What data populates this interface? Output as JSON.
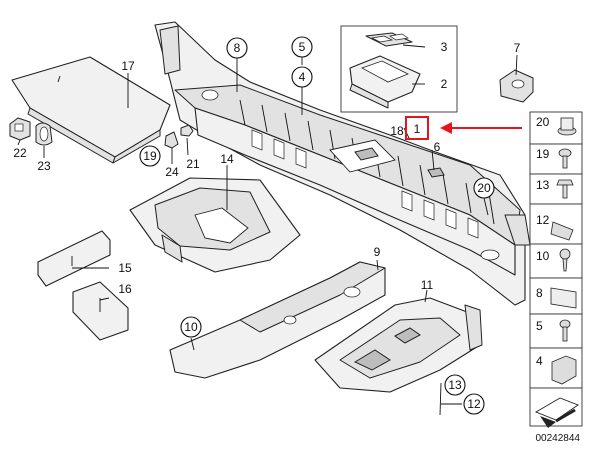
{
  "callouts": {
    "c1": "1",
    "c2": "2",
    "c3": "3",
    "c4": "4",
    "c5": "5",
    "c6": "6",
    "c7": "7",
    "c8": "8",
    "c9": "9",
    "c10": "10",
    "c11": "11",
    "c12": "12",
    "c13": "13",
    "c14": "14",
    "c15": "15",
    "c16": "16",
    "c17": "17",
    "c18": "18",
    "c19": "19",
    "c20": "20",
    "c21": "21",
    "c22": "22",
    "c23": "23",
    "c24": "24"
  },
  "legend": {
    "items": [
      "20",
      "19",
      "13",
      "12",
      "10",
      "8",
      "5",
      "4"
    ]
  },
  "reference_number": "00242844",
  "highlight_color": "#e8141b"
}
